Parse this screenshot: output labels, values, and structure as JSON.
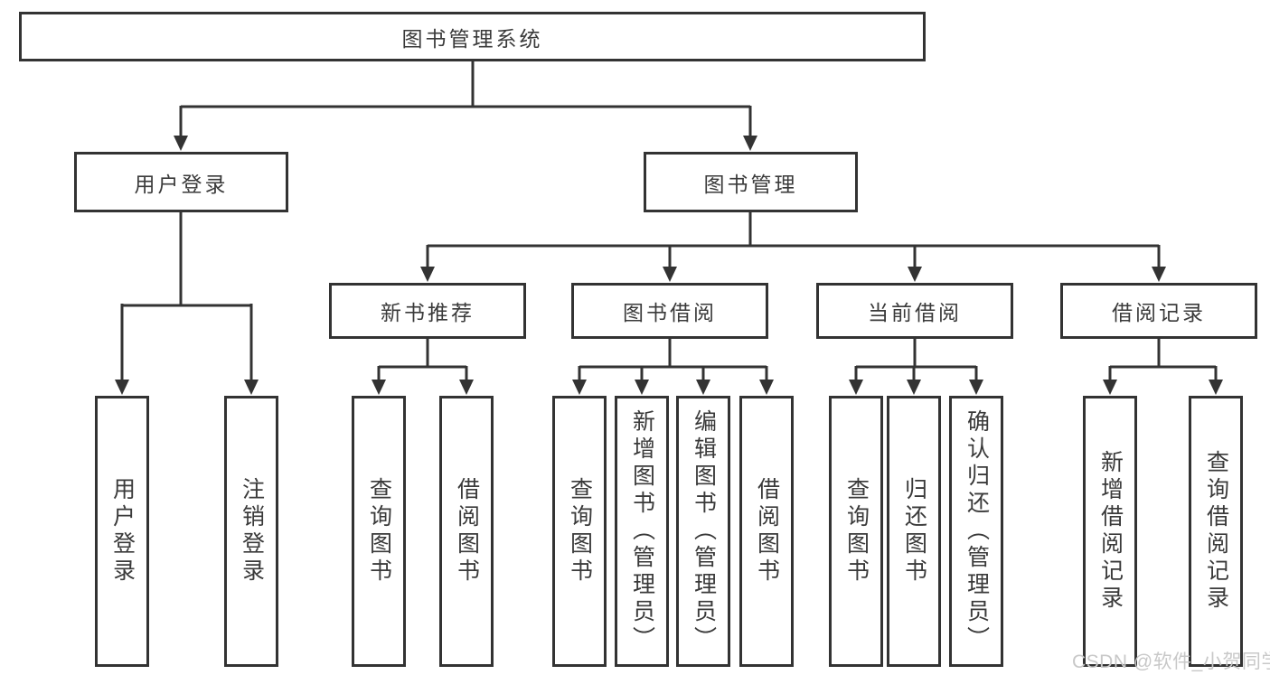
{
  "nodes": {
    "root": "图书管理系统",
    "level2": [
      "用户登录",
      "图书管理"
    ],
    "level3": [
      "新书推荐",
      "图书借阅",
      "当前借阅",
      "借阅记录"
    ],
    "leaves_user_login": [
      "用户登录",
      "注销登录"
    ],
    "leaves_new_book": [
      "查询图书",
      "借阅图书"
    ],
    "leaves_book_borrow": [
      "查询图书",
      "新增图书（管理员）",
      "编辑图书（管理员）",
      "借阅图书"
    ],
    "leaves_current_borrow": [
      "查询图书",
      "归还图书",
      "确认归还（管理员）"
    ],
    "leaves_borrow_records": [
      "新增借阅记录",
      "查询借阅记录"
    ]
  },
  "watermark": "CSDN @软件_小贺同学",
  "colors": {
    "line": "#333333",
    "text": "#3a3a3a",
    "watermark": "#c8c8c8",
    "background": "#ffffff"
  }
}
